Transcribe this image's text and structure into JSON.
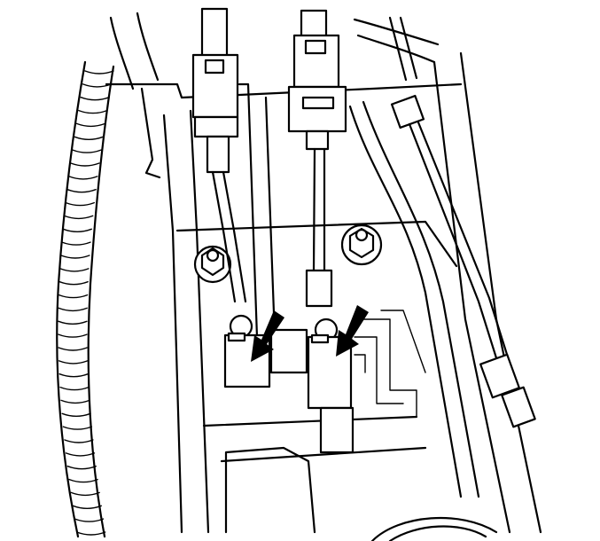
{
  "figure": {
    "labels": [],
    "colors": {
      "line": "#000000",
      "background": "#ffffff"
    },
    "arrows": [
      {
        "name": "left-cable-connection-arrow",
        "target": "left-cable-end"
      },
      {
        "name": "right-cable-connection-arrow",
        "target": "right-cable-end"
      }
    ]
  }
}
